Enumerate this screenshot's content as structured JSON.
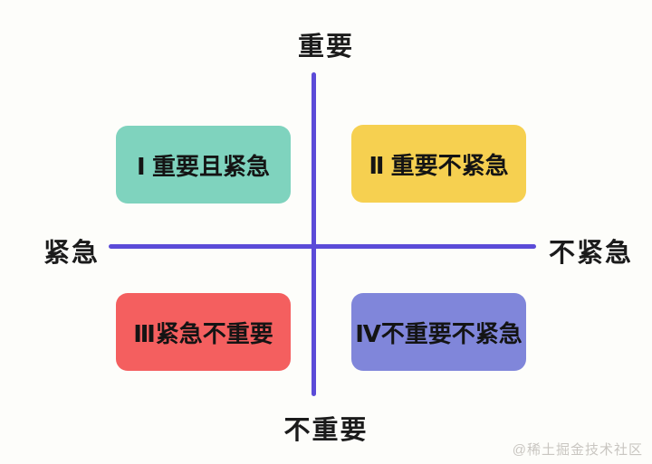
{
  "diagram": {
    "type": "quadrant-matrix",
    "background_color": "#fdfdfa",
    "axis": {
      "top_label": "重要",
      "bottom_label": "不重要",
      "left_label": "紧急",
      "right_label": "不紧急",
      "line_color": "#5b4bd8"
    },
    "quadrants": [
      {
        "position": "top-left",
        "numeral": "Ⅰ",
        "label": "Ⅰ 重要且紧急",
        "color": "#7fd3be"
      },
      {
        "position": "top-right",
        "numeral": "Ⅱ",
        "label": "Ⅱ 重要不紧急",
        "color": "#f6d050"
      },
      {
        "position": "bottom-left",
        "numeral": "Ⅲ",
        "label": "Ⅲ紧急不重要",
        "color": "#f45f5f"
      },
      {
        "position": "bottom-right",
        "numeral": "Ⅳ",
        "label": "Ⅳ不重要不紧急",
        "color": "#8086da"
      }
    ],
    "watermark": "@稀土掘金技术社区"
  }
}
